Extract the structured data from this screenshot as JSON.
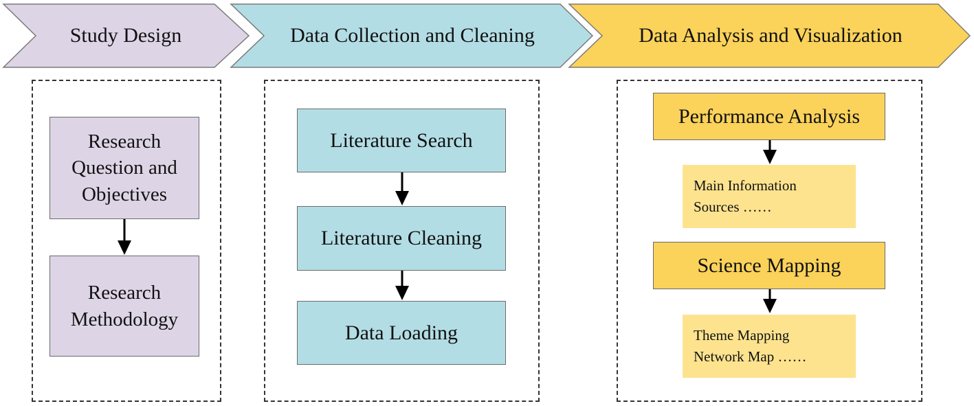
{
  "stages": [
    {
      "title": "Study Design",
      "color": "#ddd5e6"
    },
    {
      "title": "Data Collection and Cleaning",
      "color": "#b3dde5"
    },
    {
      "title": "Data Analysis and Visualization",
      "color": "#fbd25a"
    }
  ],
  "study_design": {
    "research_question": "Research Question and Objectives",
    "research_methodology": "Research Methodology"
  },
  "data_collection": {
    "literature_search": "Literature Search",
    "literature_cleaning": "Literature Cleaning",
    "data_loading": "Data Loading"
  },
  "data_analysis": {
    "performance_analysis": "Performance Analysis",
    "performance_details_line1": "Main Information",
    "performance_details_line2": "Sources ……",
    "science_mapping": "Science Mapping",
    "mapping_details_line1": "Theme Mapping",
    "mapping_details_line2": "Network Map ……"
  }
}
